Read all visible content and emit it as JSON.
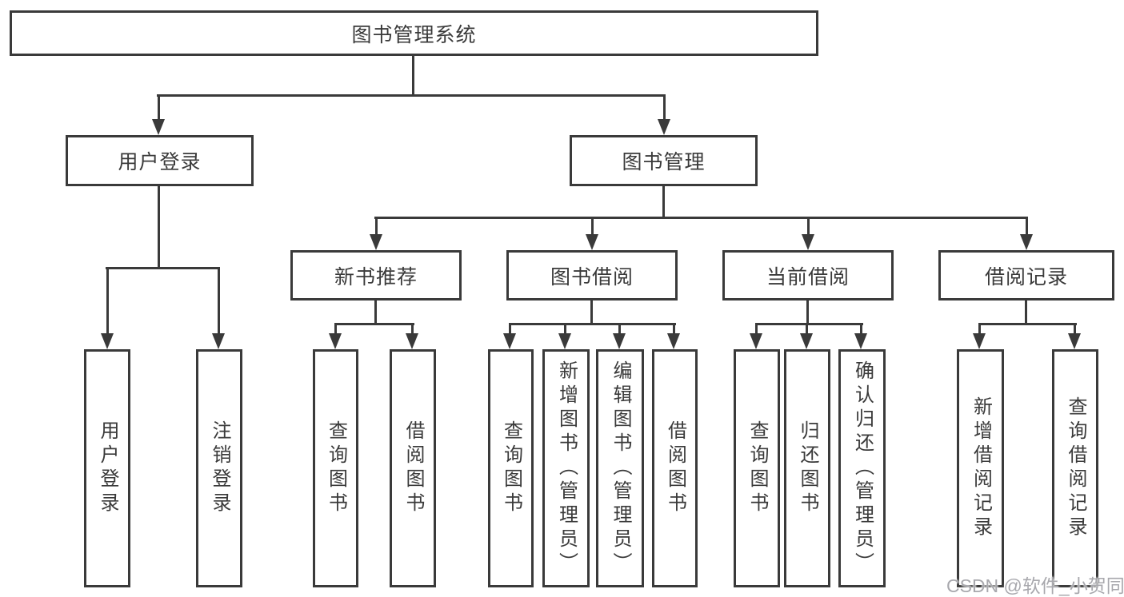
{
  "diagram": {
    "type": "tree",
    "root": {
      "label": "图书管理系统",
      "children": [
        {
          "label": "用户登录",
          "children": [
            {
              "label": "用户登录"
            },
            {
              "label": "注销登录"
            }
          ]
        },
        {
          "label": "图书管理",
          "children": [
            {
              "label": "新书推荐",
              "children": [
                {
                  "label": "查询图书"
                },
                {
                  "label": "借阅图书"
                }
              ]
            },
            {
              "label": "图书借阅",
              "children": [
                {
                  "label": "查询图书"
                },
                {
                  "label": "新增图书（管理员）"
                },
                {
                  "label": "编辑图书（管理员）"
                },
                {
                  "label": "借阅图书"
                }
              ]
            },
            {
              "label": "当前借阅",
              "children": [
                {
                  "label": "查询图书"
                },
                {
                  "label": "归还图书"
                },
                {
                  "label": "确认归还（管理员）"
                }
              ]
            },
            {
              "label": "借阅记录",
              "children": [
                {
                  "label": "新增借阅记录"
                },
                {
                  "label": "查询借阅记录"
                }
              ]
            }
          ]
        }
      ]
    }
  },
  "watermark": {
    "text": "CSDN @软件_小贺同学"
  },
  "colors": {
    "stroke": "#3a3a3a",
    "box_bg": "#ffffff",
    "watermark": "#a8a8ad"
  }
}
